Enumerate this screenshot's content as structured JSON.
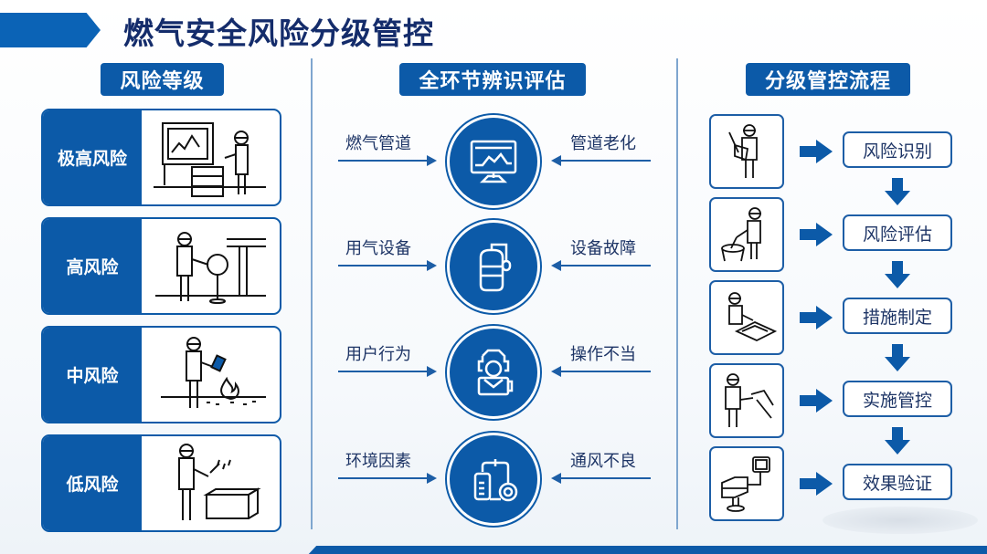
{
  "title": "燃气安全风险分级管控",
  "colors": {
    "primary": "#0c5aa8",
    "title": "#142c6b",
    "text": "#1e3566",
    "divider": "#7fa6cf"
  },
  "sections": {
    "risk_levels": {
      "tag": "风险等级",
      "items": [
        {
          "label": "极高风险",
          "illustration": "worker-at-monitor-panel-icon"
        },
        {
          "label": "高风险",
          "illustration": "worker-operating-valve-icon"
        },
        {
          "label": "中风险",
          "illustration": "worker-detecting-fire-icon"
        },
        {
          "label": "低风险",
          "illustration": "worker-checking-box-icon"
        }
      ]
    },
    "identification": {
      "tag": "全环节辨识评估",
      "rows": [
        {
          "left": "燃气管道",
          "right": "管道老化",
          "icon": "monitor-chart-icon"
        },
        {
          "left": "用气设备",
          "right": "设备故障",
          "icon": "gas-cylinder-icon"
        },
        {
          "left": "用户行为",
          "right": "操作不当",
          "icon": "user-location-icon"
        },
        {
          "left": "环境因素",
          "right": "通风不良",
          "icon": "tank-valve-icon"
        }
      ]
    },
    "process": {
      "tag": "分级管控流程",
      "steps": [
        {
          "label": "风险识别",
          "illustration": "worker-inspecting-icon"
        },
        {
          "label": "风险评估",
          "illustration": "worker-measuring-icon"
        },
        {
          "label": "措施制定",
          "illustration": "worker-drafting-icon"
        },
        {
          "label": "实施管控",
          "illustration": "worker-controlling-icon"
        },
        {
          "label": "效果验证",
          "illustration": "verification-device-icon"
        }
      ]
    }
  }
}
